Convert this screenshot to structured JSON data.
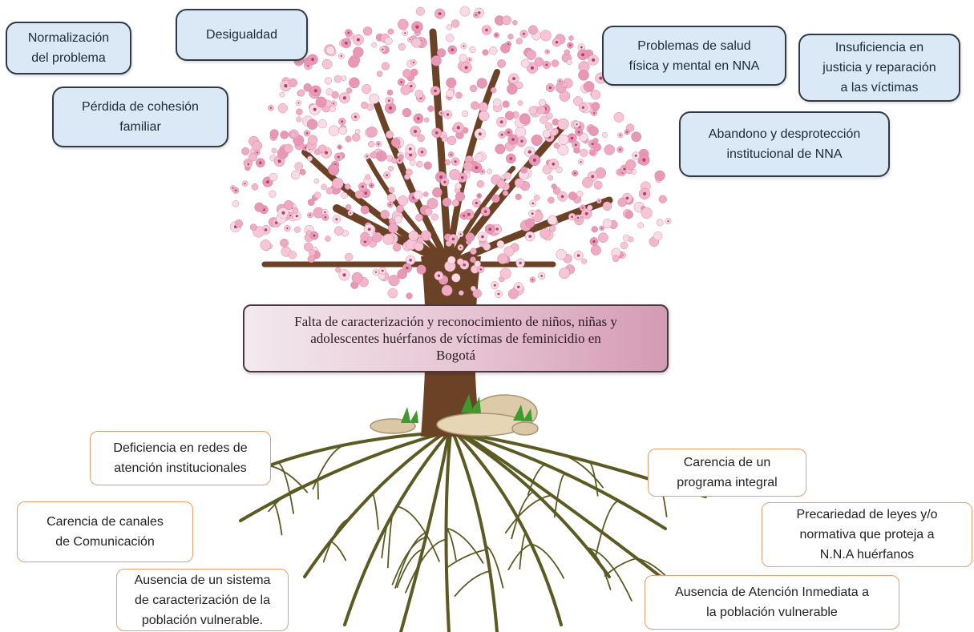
{
  "problem": "Falta de caracterización y reconocimiento de niños, niñas y\nadolescentes huérfanos de víctimas de feminicidio en\nBogotá",
  "effects": [
    "Normalización\ndel problema",
    "Desigualdad",
    "Pérdida de cohesión\nfamiliar",
    "Problemas de salud\nfísica y mental en NNA",
    "Insuficiencia en\njusticia y reparación\na las víctimas",
    "Abandono y desprotección\ninstitucional de NNA"
  ],
  "causes": [
    "Deficiencia en redes de\natención institucionales",
    "Carencia de canales\nde Comunicación",
    "Ausencia de un sistema\nde caracterización de la\npoblación vulnerable.",
    "Carencia de un\nprograma integral",
    "Precariedad de leyes y/o\nnormativa que proteja a\nN.N.A huérfanos",
    "Ausencia de Atención Inmediata a\nla población vulnerable"
  ],
  "colors": {
    "effect_fill": "#dbe8f5",
    "cause_border": "#e0a070",
    "trunk": "#6b4226",
    "blossom": "#f2b8cc",
    "roots": "#5a5a22",
    "problem_fill_end": "#d49ab4"
  }
}
